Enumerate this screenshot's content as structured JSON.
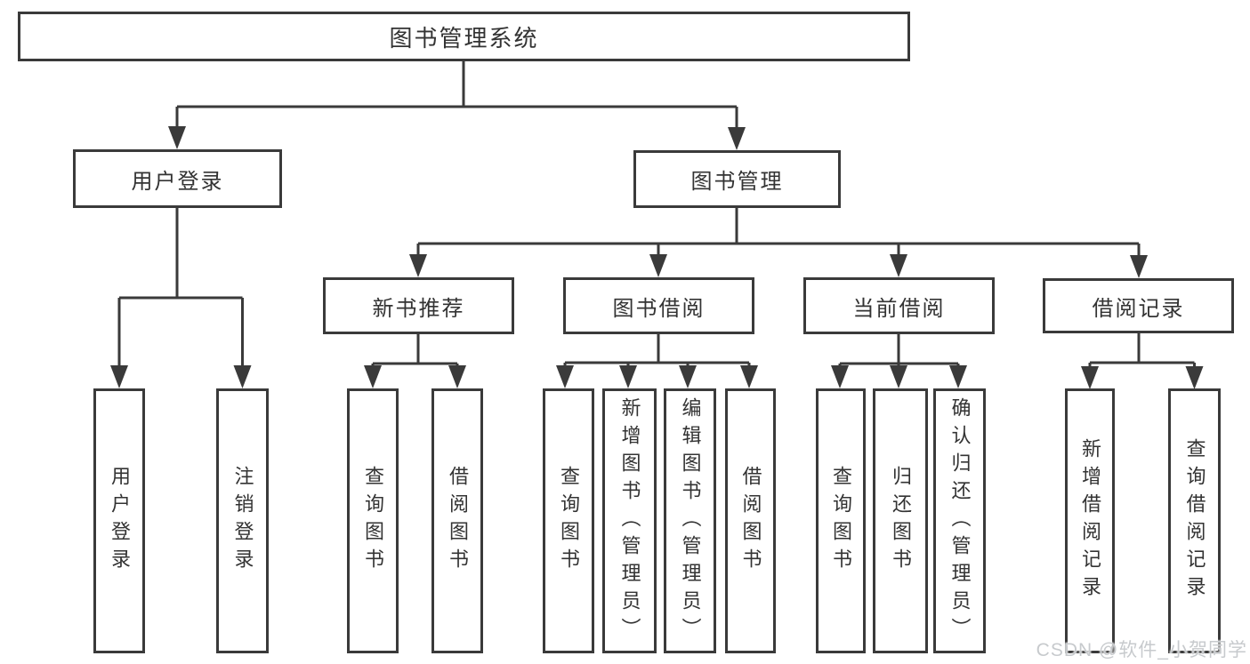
{
  "diagram": {
    "line_color": "#3a3a3a",
    "text_color": "#333333",
    "root": {
      "label": "图书管理系统"
    },
    "level2": [
      {
        "label": "用户登录"
      },
      {
        "label": "图书管理"
      }
    ],
    "level3": [
      {
        "label": "新书推荐"
      },
      {
        "label": "图书借阅"
      },
      {
        "label": "当前借阅"
      },
      {
        "label": "借阅记录"
      }
    ],
    "leaves": [
      {
        "label": "用户登录"
      },
      {
        "label": "注销登录"
      },
      {
        "label": "查询图书"
      },
      {
        "label": "借阅图书"
      },
      {
        "label": "查询图书"
      },
      {
        "label": "新增图书（管理员）"
      },
      {
        "label": "编辑图书（管理员）"
      },
      {
        "label": "借阅图书"
      },
      {
        "label": "查询图书"
      },
      {
        "label": "归还图书"
      },
      {
        "label": "确认归还（管理员）"
      },
      {
        "label": "新增借阅记录"
      },
      {
        "label": "查询借阅记录"
      }
    ]
  },
  "watermark": {
    "text": "CSDN @软件_小贺同学",
    "color": "#c7cacd"
  }
}
